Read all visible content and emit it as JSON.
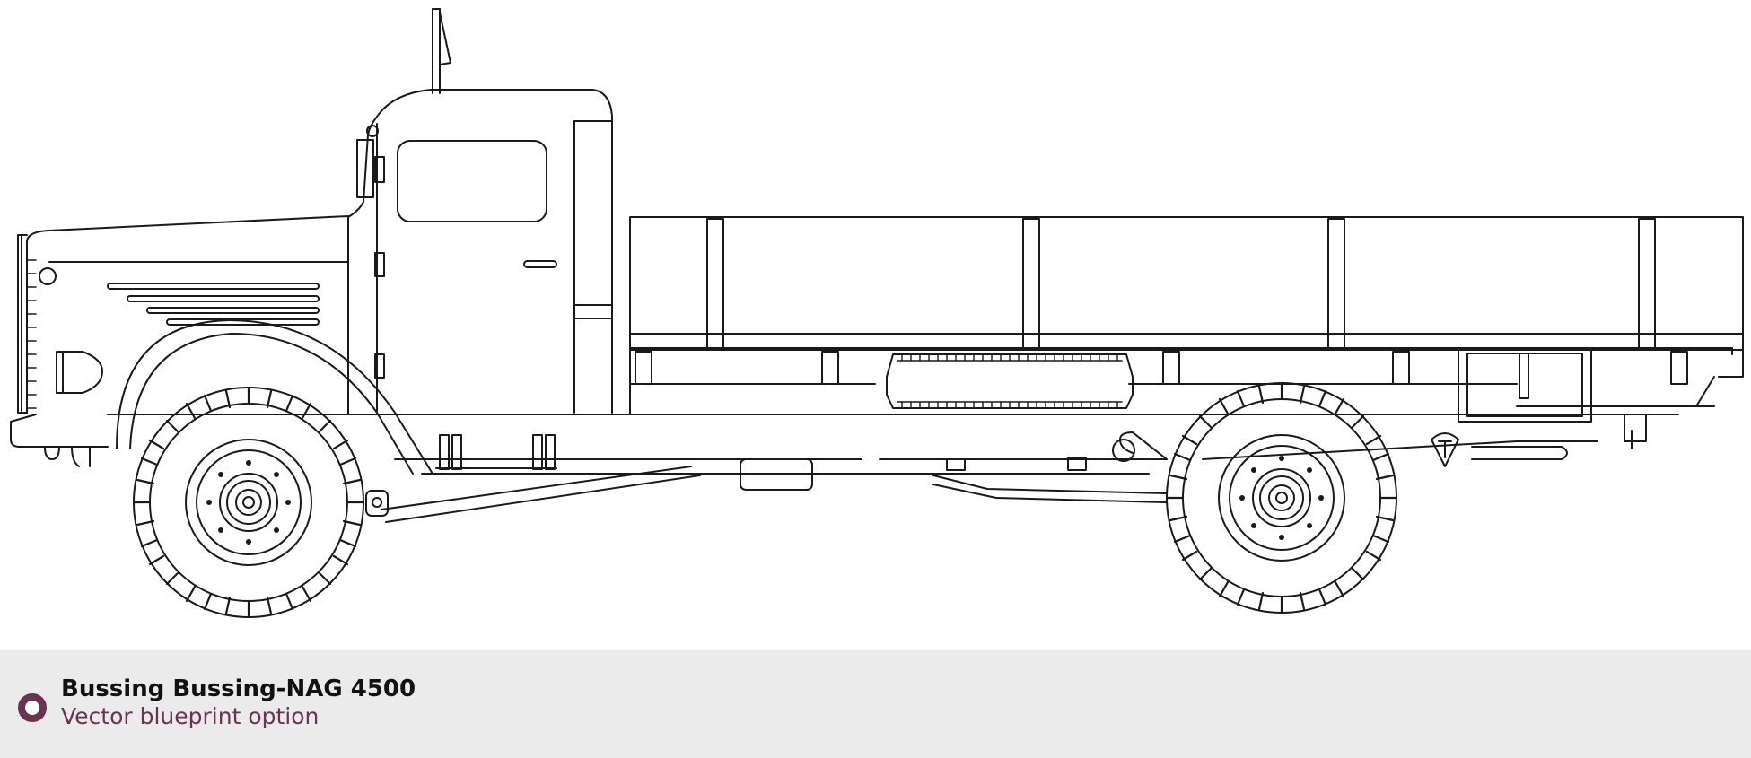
{
  "blueprint": {
    "icon": "truck-side-view-line-drawing",
    "subject": "Bussing Bussing-NAG 4500"
  },
  "option": {
    "title": "Bussing Bussing-NAG 4500",
    "subtitle": "Vector blueprint option",
    "selected": true,
    "radio_color": "#6b3353",
    "subtitle_color": "#6b3353",
    "footer_bg": "#ebebeb"
  }
}
